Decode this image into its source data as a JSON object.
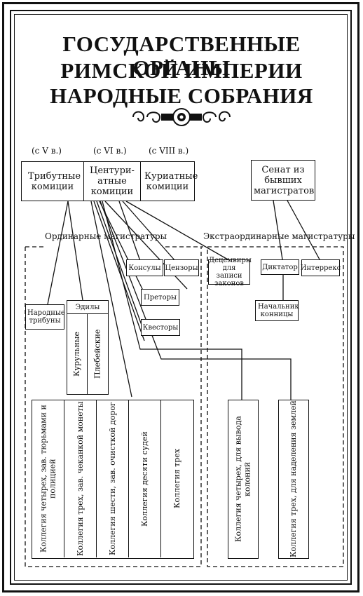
{
  "title": {
    "line1": "ГОСУДАРСТВЕННЫЕ ОРГАНЫ",
    "line2": "РИМСКОЙ ИМПЕРИИ",
    "line3": "НАРОДНЫЕ СОБРАНИЯ"
  },
  "assemblies": {
    "tribute": {
      "since": "(с V в.)",
      "name": "Трибутные комиции"
    },
    "centuriate": {
      "since": "(с VI в.)",
      "name": "Центури-атные комиции"
    },
    "curiate": {
      "since": "(с VIII в.)",
      "name": "Куриатные комиции"
    },
    "senate": {
      "name": "Сенат из бывших магистратов"
    }
  },
  "sections": {
    "ordinary": "Ординарные магистратуры",
    "extraordinary": "Экстраординарные магистратуры"
  },
  "ordinary": {
    "consuls": "Консулы",
    "censors": "Цензоры",
    "praetors": "Преторы",
    "quaestors": "Квесторы",
    "tribunes": "Народные трибуны",
    "aediles": "Эдилы",
    "curule": "Курульные",
    "plebeian": "Плебейские"
  },
  "extraordinary": {
    "decemvirs": "Децемвиры для записи законов",
    "dictator": "Диктатор",
    "interrex": "Интеррекс",
    "master_of_horse": "Начальник конницы"
  },
  "colleges_ordinary": [
    "Коллегия четырех, зав. тюрьмами и полицией",
    "Коллегия трех, зав. чеканкой монеты",
    "Коллегия шести, зав. очисткой дорог",
    "Коллегия десяти судей",
    "Коллегия трех"
  ],
  "colleges_extraordinary": [
    "Коллегия четырех, для вывода колоний",
    "Коллегия трех, для наделения землей"
  ]
}
